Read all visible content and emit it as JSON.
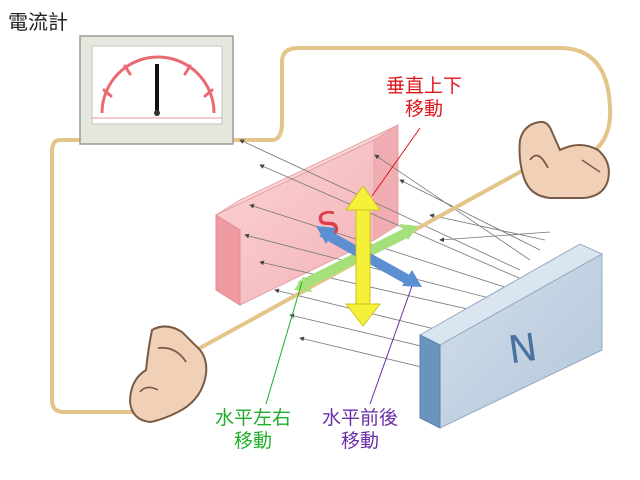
{
  "galvanometer": {
    "title": "電流計"
  },
  "magnets": {
    "south_label": "S",
    "north_label": "N"
  },
  "motions": {
    "vertical": {
      "line1": "垂直上下",
      "line2": "移動",
      "color": "#e0151b"
    },
    "horizontal_lr": {
      "line1": "水平左右",
      "line2": "移動",
      "color": "#1fae28"
    },
    "horizontal_fb": {
      "line1": "水平前後",
      "line2": "移動",
      "color": "#6a2ea6"
    }
  },
  "colors": {
    "wire": "#e3c58a",
    "south_face": "#f7c3c6",
    "north_face": "#c4d2e2",
    "arrow_vertical": "#f5f03a",
    "arrow_lr": "#a6e07a",
    "arrow_fb": "#5b8fd1"
  }
}
